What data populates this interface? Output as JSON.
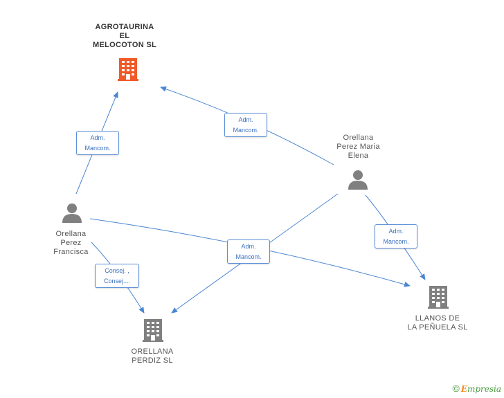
{
  "nodes": {
    "agrotaurina": {
      "label": "AGROTAURINA\nEL\nMELOCOTON SL",
      "type": "company",
      "color": "#f05a28"
    },
    "orellana_maria": {
      "label": "Orellana\nPerez Maria\nElena",
      "type": "person"
    },
    "orellana_francisca": {
      "label": "Orellana\nPerez\nFrancisca",
      "type": "person"
    },
    "orellana_perdiz": {
      "label": "ORELLANA\nPERDIZ SL",
      "type": "company",
      "color": "#808080"
    },
    "llanos": {
      "label": "LLANOS DE\nLA PEÑUELA SL",
      "type": "company",
      "color": "#808080"
    }
  },
  "edges": [
    {
      "label": "Adm.\nMancom."
    },
    {
      "label": "Adm.\nMancom."
    },
    {
      "label": "Adm.\nMancom."
    },
    {
      "label": "Adm.\nMancom."
    },
    {
      "label": "Consej. ,\nConsej...."
    }
  ],
  "footer": {
    "copyright": "©",
    "brand_first": "E",
    "brand_rest": "mpresia"
  },
  "colors": {
    "edge": "#4a86d4",
    "person_icon": "#808080"
  }
}
